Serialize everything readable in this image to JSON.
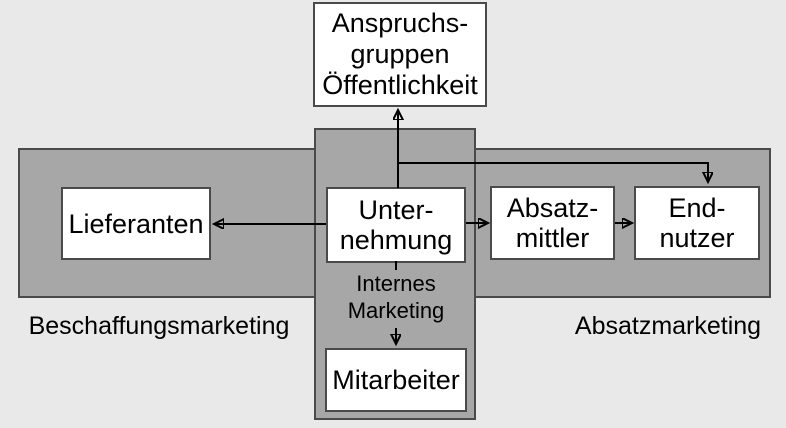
{
  "colors": {
    "background": "#e9e9e9",
    "band": "#a7a7a7",
    "border": "#4a4a4a",
    "box": "#ffffff",
    "line": "#000000"
  },
  "diagram": {
    "top_box": {
      "lines": [
        "Anspruchs-",
        "gruppen",
        "Öffentlichkeit"
      ]
    },
    "nodes": {
      "lieferanten": {
        "lines": [
          "Lieferanten"
        ]
      },
      "unternehmung": {
        "lines": [
          "Unter-",
          "nehmung"
        ]
      },
      "absatzmittler": {
        "lines": [
          "Absatz-",
          "mittler"
        ]
      },
      "endnutzer": {
        "lines": [
          "End-",
          "nutzer"
        ]
      },
      "mitarbeiter": {
        "lines": [
          "Mitarbeiter"
        ]
      }
    },
    "labels": {
      "beschaffungsmarketing": "Beschaffungsmarketing",
      "absatzmarketing": "Absatzmarketing",
      "internes_marketing": {
        "lines": [
          "Internes",
          "Marketing"
        ]
      }
    },
    "arrows": [
      {
        "from": "unternehmung",
        "to": "lieferanten",
        "direction": "left"
      },
      {
        "from": "unternehmung",
        "to": "absatzmittler",
        "direction": "right"
      },
      {
        "from": "absatzmittler",
        "to": "endnutzer",
        "direction": "right"
      },
      {
        "from": "unternehmung",
        "to": "anspruchsgruppen",
        "direction": "up"
      },
      {
        "from": "unternehmung",
        "to": "endnutzer",
        "direction": "right-then-down"
      },
      {
        "from": "unternehmung",
        "to": "mitarbeiter",
        "direction": "down",
        "label": "Internes Marketing"
      }
    ]
  }
}
